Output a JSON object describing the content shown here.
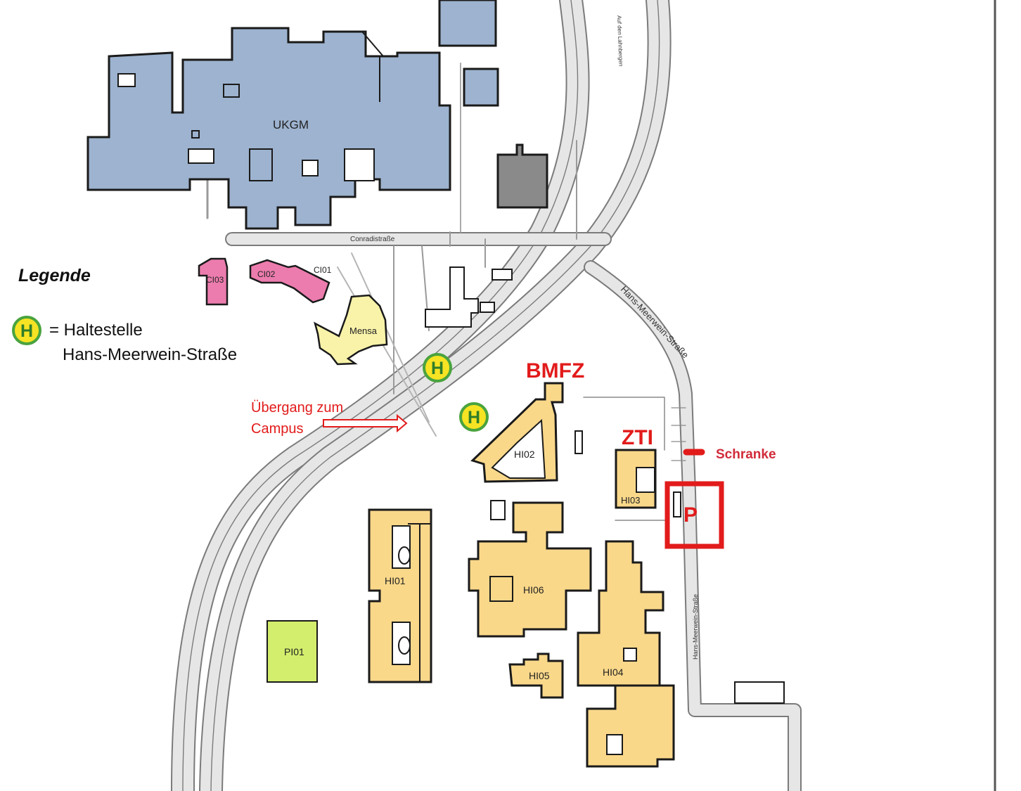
{
  "legend": {
    "title": "Legende",
    "stop_symbol": "H",
    "stop_line1": "= Haltestelle",
    "stop_line2": "Hans-Meerwein-Straße"
  },
  "roads": {
    "conradistrasse": "Conradistraße",
    "hmw_diagonal": "Hans-Meerwein-Straße",
    "hmw_vertical": "Hans-Meerwein-Straße",
    "lahnberge": "Auf den Lahnbergen"
  },
  "buildings": {
    "ukgm": "UKGM",
    "ci01": "CI01",
    "ci02": "CI02",
    "ci03": "CI03",
    "mensa": "Mensa",
    "hi01": "HI01",
    "hi02": "HI02",
    "hi03": "HI03",
    "hi04": "HI04",
    "hi05": "HI05",
    "hi06": "HI06",
    "pi01": "PI01"
  },
  "annotations": {
    "bmfz": "BMFZ",
    "zti": "ZTI",
    "schranke": "Schranke",
    "parking": "P",
    "crossing_line1": "Übergang zum",
    "crossing_line2": "Campus",
    "bus_stop_symbol": "H"
  },
  "colors": {
    "clinic_blue": "#9db3cf",
    "chemistry_pink": "#ec7cae",
    "mensa_yellow": "#f8f3a9",
    "hi_orange": "#fad88a",
    "pi_green": "#d3ee6c",
    "grey_building": "#8a8a8a",
    "annotation_red": "#e21b1b",
    "stop_yellow": "#f6e323",
    "stop_green": "#4aa33e"
  }
}
